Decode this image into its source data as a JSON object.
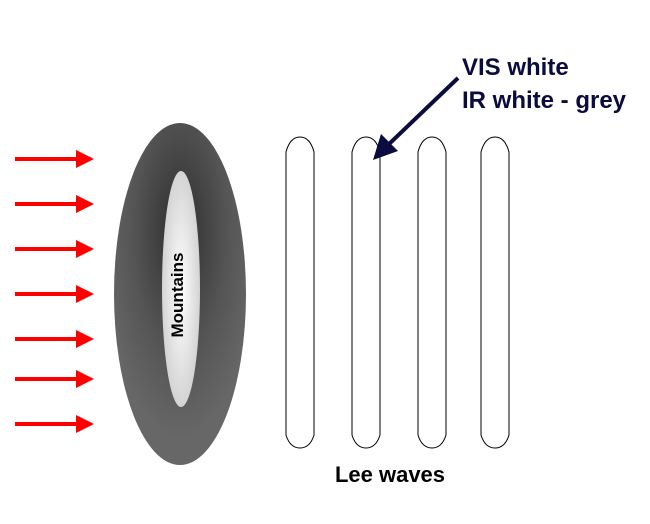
{
  "labels": {
    "mountains": "Mountains",
    "lee_waves": "Lee waves",
    "annotation_line1": "VIS white",
    "annotation_line2": "IR white - grey"
  },
  "colors": {
    "wind_arrows": "#ff0000",
    "annotation": "#0b0b40",
    "mountain_dark": "#3c3c3c",
    "mountain_light": "#666666"
  },
  "wind_arrow_count": 7,
  "lee_wave_count": 4
}
